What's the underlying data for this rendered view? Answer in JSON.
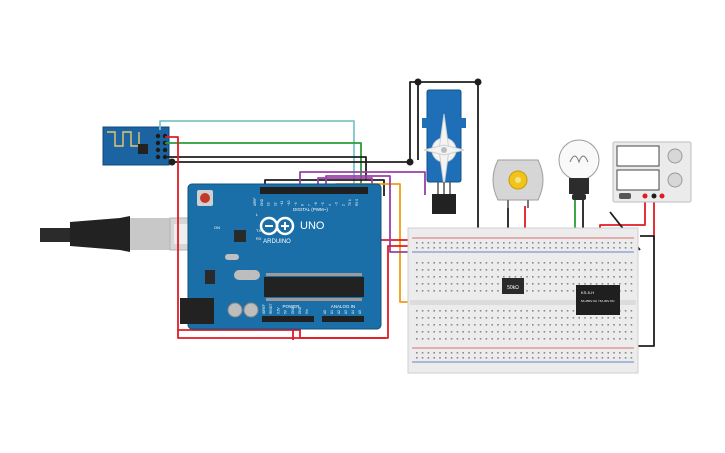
{
  "arduino": {
    "brand": "ARDUINO",
    "model": "UNO",
    "digital_label": "DIGITAL (PWM~)",
    "power_label": "POWER",
    "analog_label": "ANALOG IN",
    "led_labels": [
      "L",
      "TX",
      "RX"
    ],
    "on_label": "ON",
    "digital_pins": [
      "AREF",
      "GND",
      "13",
      "12",
      "~11",
      "~10",
      "~9",
      "8",
      "7",
      "~6",
      "~5",
      "4",
      "~3",
      "2",
      "TX 1",
      "RX 0"
    ],
    "power_pins": [
      "IOREF",
      "RESET",
      "3.3V",
      "5V",
      "GND",
      "GND",
      "Vin"
    ],
    "analog_pins": [
      "A0",
      "A1",
      "A2",
      "A3",
      "A4",
      "A5"
    ]
  },
  "components": {
    "resistor_label": "50kΩ",
    "relay_label": "KS-5-H",
    "relay_rating": "5A 250V AC / 5A 30V DC"
  },
  "colors": {
    "wire_red": "#e01b24",
    "wire_black": "#1e1e1e",
    "wire_green": "#2a9d3a",
    "wire_cyan": "#7ac8c8",
    "wire_orange": "#f39c12",
    "wire_purple": "#9b3fa8",
    "board_blue": "#1a6fa8",
    "breadboard": "#ececec"
  }
}
